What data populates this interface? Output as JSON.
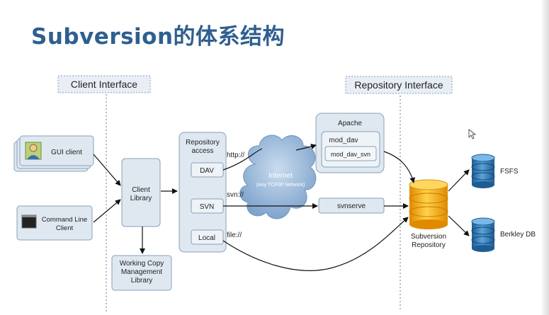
{
  "title": "Subversion的体系结构",
  "headers": {
    "client_interface": "Client Interface",
    "repository_interface": "Repository Interface"
  },
  "clients": {
    "gui": "GUI client",
    "cmd_line_1": "Command Line",
    "cmd_line_2": "Client"
  },
  "client_library": {
    "line1": "Client",
    "line2": "Library"
  },
  "working_copy": {
    "line1": "Working Copy",
    "line2": "Management",
    "line3": "Library"
  },
  "repository_access": {
    "line1": "Repository",
    "line2": "access",
    "dav": "DAV",
    "svn": "SVN",
    "local": "Local"
  },
  "protocols": {
    "http": "http://",
    "svn": "svn://",
    "file": "file://"
  },
  "internet": {
    "line1": "Internet",
    "line2": "(Any TCP/IP Network)"
  },
  "apache": {
    "title": "Apache",
    "mod_dav": "mod_dav",
    "mod_dav_svn": "mod_dav_svn"
  },
  "svnserve": "svnserve",
  "repository": {
    "line1": "Subversion",
    "line2": "Repository"
  },
  "backends": {
    "fsfs": "FSFS",
    "bdb": "Berkley DB"
  },
  "colors": {
    "title": "#2e5f8f",
    "box_fill": "#dfe8f1",
    "box_stroke": "#8aa0b8",
    "header_fill": "#e8eef5",
    "cloud": "#8fb1d6",
    "cylinder_gold": "#f2a818",
    "cylinder_blue": "#2f78b5"
  },
  "icons": [
    "user-icon",
    "terminal-icon",
    "cloud-icon",
    "database-icon",
    "cursor-icon"
  ]
}
